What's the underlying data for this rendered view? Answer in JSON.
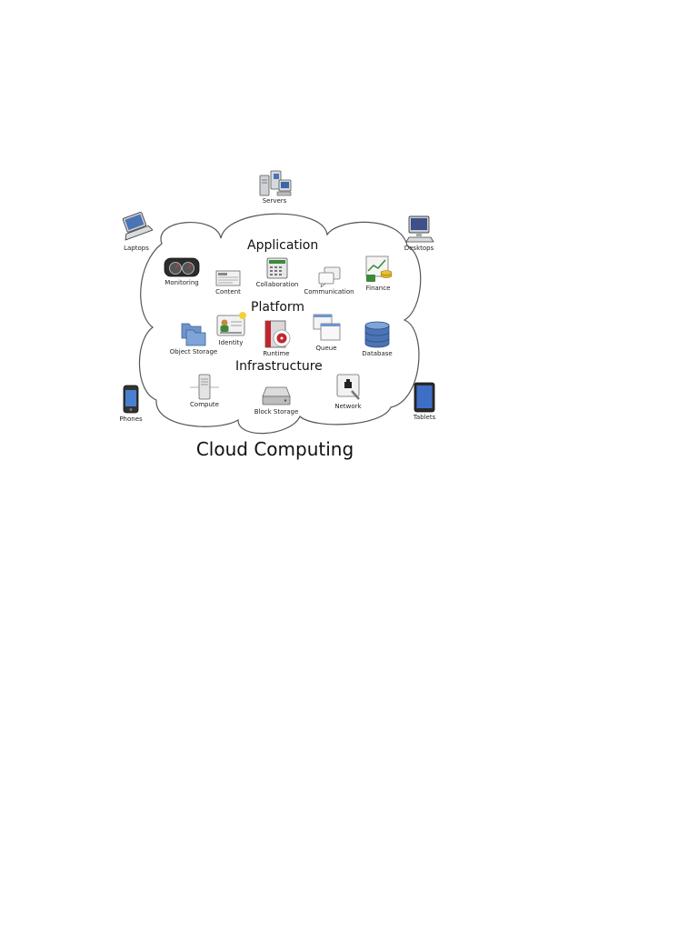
{
  "diagram": {
    "title": "Cloud Computing",
    "layers": {
      "application": "Application",
      "platform": "Platform",
      "infrastructure": "Infrastructure"
    },
    "clients": {
      "servers": "Servers",
      "laptops": "Laptops",
      "desktops": "Desktops",
      "phones": "Phones",
      "tablets": "Tablets"
    },
    "application_items": {
      "monitoring": "Monitoring",
      "content": "Content",
      "collaboration": "Collaboration",
      "communication": "Communication",
      "finance": "Finance"
    },
    "platform_items": {
      "object_storage": "Object Storage",
      "identity": "Identity",
      "runtime": "Runtime",
      "queue": "Queue",
      "database": "Database"
    },
    "infrastructure_items": {
      "compute": "Compute",
      "block_storage": "Block Storage",
      "network": "Network"
    },
    "icon_names": [
      "servers-icon",
      "laptop-icon",
      "desktop-icon",
      "phone-icon",
      "tablet-icon",
      "gauge-icon",
      "newspaper-icon",
      "calculator-icon",
      "chat-icon",
      "finance-chart-icon",
      "folder-icon",
      "id-card-icon",
      "runtime-box-icon",
      "window-queue-icon",
      "database-icon",
      "server-tower-icon",
      "disk-drive-icon",
      "network-plug-icon"
    ],
    "colors": {
      "outline": "#555555",
      "accent_blue": "#4a74b5",
      "accent_red": "#c0272d",
      "accent_green": "#3a8a3a",
      "accent_gold": "#e0b020"
    }
  }
}
